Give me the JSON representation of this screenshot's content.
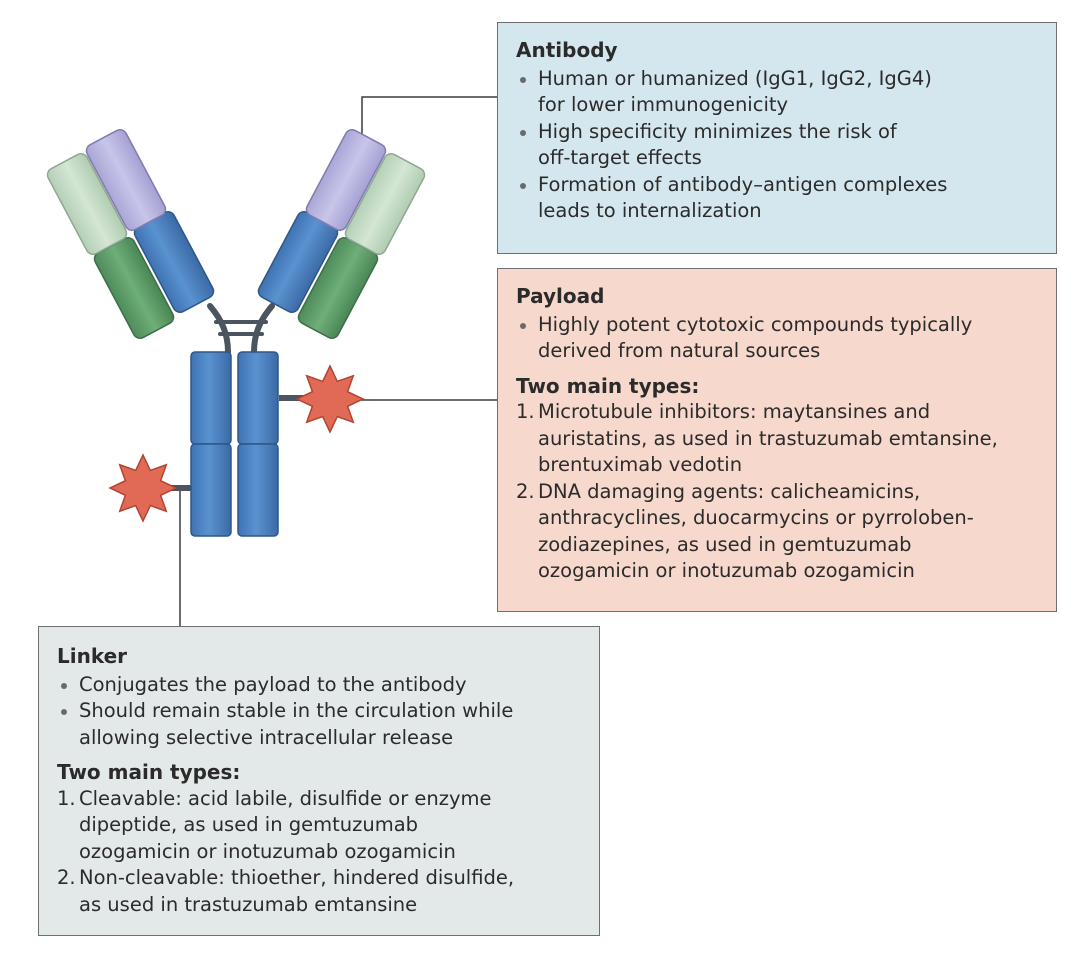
{
  "antibody": {
    "title": "Antibody",
    "bullets": [
      [
        "Human or humanized (IgG1, IgG2, IgG4)",
        "for lower immunogenicity"
      ],
      [
        "High specificity minimizes the risk of",
        "off-target effects"
      ],
      [
        "Formation of antibody–antigen complexes",
        "leads to internalization"
      ]
    ]
  },
  "payload": {
    "title": "Payload",
    "bullets": [
      [
        "Highly potent cytotoxic compounds typically",
        "derived from natural sources"
      ]
    ],
    "subhead": "Two main types:",
    "types": [
      {
        "num": "1.",
        "lines": [
          "Microtubule inhibitors: maytansines and",
          "auristatins, as used in trastuzumab emtansine,",
          "brentuximab vedotin"
        ]
      },
      {
        "num": "2.",
        "lines": [
          "DNA damaging agents: calicheamicins,",
          "anthracyclines, duocarmycins or pyrroloben-",
          "zodiazepines, as used in gemtuzumab",
          "ozogamicin or inotuzumab ozogamicin"
        ]
      }
    ]
  },
  "linker": {
    "title": "Linker",
    "bullets": [
      [
        "Conjugates the payload to the antibody"
      ],
      [
        "Should remain stable in the circulation while",
        "allowing selective intracellular release"
      ]
    ],
    "subhead": "Two main types:",
    "types": [
      {
        "num": "1.",
        "lines": [
          "Cleavable: acid labile, disulfide or enzyme",
          "dipeptide, as used in gemtuzumab",
          "ozogamicin or inotuzumab ozogamicin"
        ]
      },
      {
        "num": "2.",
        "lines": [
          "Non-cleavable: thioether, hindered disulfide,",
          "as used in trastuzumab emtansine"
        ]
      }
    ]
  },
  "colors": {
    "heavy_chain_blue": "#4f86c6",
    "variable_lavender": "#b9b6e0",
    "light_chain_green": "#5f9f6a",
    "light_variable_pale_green": "#c6dcc6",
    "payload_red": "#e06a55",
    "hinge_slate": "#4a5560"
  }
}
